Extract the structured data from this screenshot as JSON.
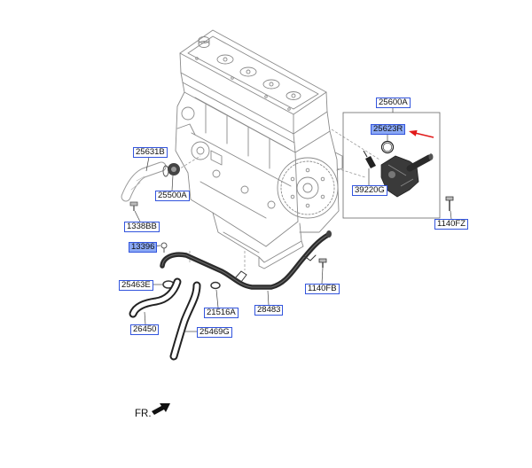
{
  "callouts": [
    {
      "text": "25600A",
      "highlighted": false
    },
    {
      "text": "25623R",
      "highlighted": true
    },
    {
      "text": "25631B",
      "highlighted": false
    },
    {
      "text": "25500A",
      "highlighted": false
    },
    {
      "text": "1338BB",
      "highlighted": false
    },
    {
      "text": "39220G",
      "highlighted": false
    },
    {
      "text": "1140FZ",
      "highlighted": false
    },
    {
      "text": "13396",
      "highlighted": true
    },
    {
      "text": "25463E",
      "highlighted": false
    },
    {
      "text": "21516A",
      "highlighted": false
    },
    {
      "text": "28483",
      "highlighted": false
    },
    {
      "text": "1140FB",
      "highlighted": false
    },
    {
      "text": "26450",
      "highlighted": false
    },
    {
      "text": "25469G",
      "highlighted": false
    }
  ],
  "direction_indicator": {
    "label": "FR.",
    "icon": "direction-arrow-icon"
  },
  "colors": {
    "callout_border": "#3355dd",
    "callout_highlight": "#8aa8f5",
    "pointer_arrow": "#e11b1b",
    "tube": "#2b2b2b",
    "linework": "#8a8a8a"
  }
}
